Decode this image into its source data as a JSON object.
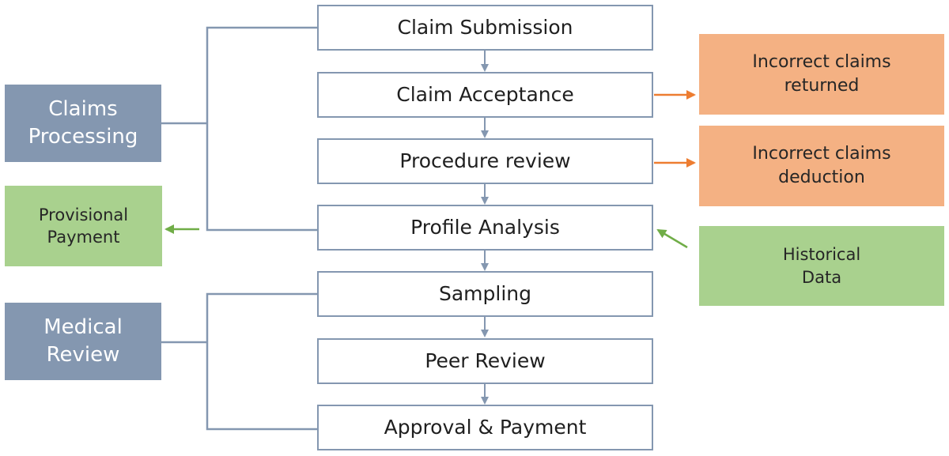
{
  "steps": [
    {
      "label": "Claim Submission"
    },
    {
      "label": "Claim Acceptance"
    },
    {
      "label": "Procedure review"
    },
    {
      "label": "Profile Analysis"
    },
    {
      "label": "Sampling"
    },
    {
      "label": "Peer Review"
    },
    {
      "label": "Approval & Payment"
    }
  ],
  "groups": {
    "claims_processing": "Claims\nProcessing",
    "medical_review": "Medical\nReview"
  },
  "outcomes": {
    "incorrect_returned": "Incorrect claims\nreturned",
    "incorrect_deduction": "Incorrect claims\ndeduction",
    "provisional_payment": "Provisional\nPayment",
    "historical_data": "Historical\nData"
  },
  "colors": {
    "step_border": "#8497b0",
    "group_fill": "#8497b0",
    "outcome_orange": "#f4b183",
    "outcome_green": "#a9d18e",
    "arrow_orange": "#ed7d31",
    "arrow_green": "#70ad47"
  }
}
